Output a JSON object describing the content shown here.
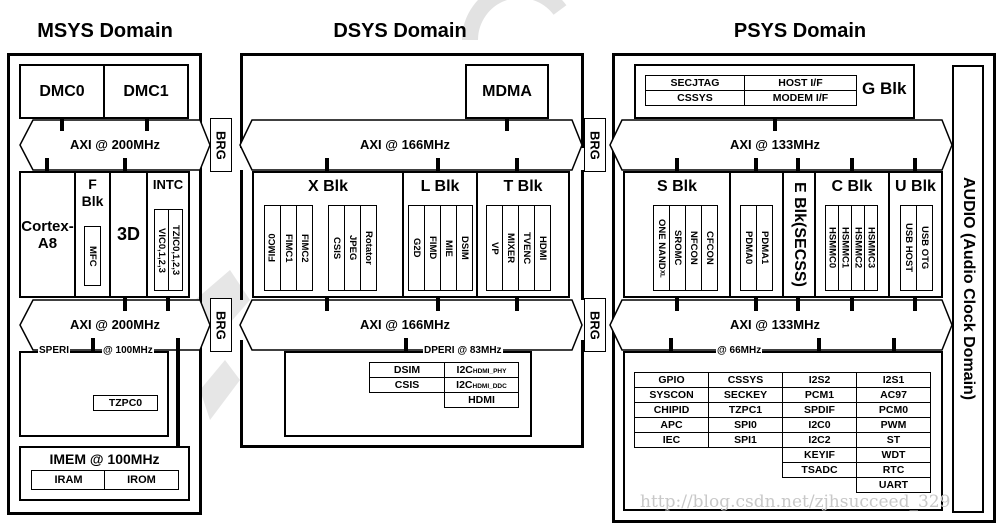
{
  "msys": {
    "title": "MSYS Domain",
    "dmc0": "DMC0",
    "dmc1": "DMC1",
    "axi_top": "AXI @ 200MHz",
    "axi_bottom": "AXI @ 200MHz",
    "cortex": "Cortex-A8",
    "fblk": "F Blk",
    "mfc": "MFC",
    "threed": "3D",
    "intc": "INTC",
    "vic": "VIC0,1,2,3",
    "tzic": "TZIC0,1,2,3",
    "speri": "SPERI",
    "speri_clock": "@ 100MHz",
    "tzpc0": "TZPC0",
    "imem": "IMEM @ 100MHz",
    "iram": "IRAM",
    "irom": "IROM"
  },
  "bridges": [
    "BRG",
    "BRG",
    "BRG",
    "BRG"
  ],
  "dsys": {
    "title": "DSYS Domain",
    "mdma": "MDMA",
    "axi_top": "AXI @ 166MHz",
    "axi_bottom": "AXI @ 166MHz",
    "xblk": {
      "title": "X Blk",
      "group1": [
        "FIMC0",
        "FIMC1",
        "FIMC2"
      ],
      "group2": [
        "CSIS",
        "JPEG",
        "Rotator"
      ]
    },
    "lblk": {
      "title": "L Blk",
      "items": [
        "G2D",
        "FIMD",
        "MIE",
        "DSIM"
      ]
    },
    "tblk": {
      "title": "T Blk",
      "items": [
        "VP",
        "MIXER",
        "TVENC",
        "HDMI"
      ]
    },
    "dperi": "DPERI @ 83MHz",
    "dperi_left": [
      "DSIM",
      "CSIS"
    ],
    "dperi_right": [
      {
        "main": "I2C",
        "sub": "HDMI_PHY"
      },
      {
        "main": "I2C",
        "sub": "HDMI_DDC"
      },
      {
        "main": "HDMI",
        "sub": ""
      }
    ]
  },
  "psys": {
    "title": "PSYS Domain",
    "gblk": {
      "title": "G Blk",
      "rows": [
        [
          "SECJTAG",
          "HOST I/F"
        ],
        [
          "CSSYS",
          "MODEM I/F"
        ]
      ]
    },
    "axi_top": "AXI @ 133MHz",
    "axi_bottom": "AXI @ 133MHz",
    "sblk": {
      "title": "S Blk",
      "items": [
        {
          "main": "ONE NAND",
          "sub": "XL"
        },
        {
          "main": "SROMC",
          "sub": ""
        },
        {
          "main": "NFCON",
          "sub": ""
        },
        {
          "main": "CFCON",
          "sub": ""
        }
      ]
    },
    "pdma": [
      "PDMA0",
      "PDMA1"
    ],
    "eblk": "E Blk(SECSS)",
    "cblk": {
      "title": "C Blk",
      "items": [
        "HSMMC0",
        "HSMMC1",
        "HSMMC2",
        "HSMMC3"
      ]
    },
    "ublk": {
      "title": "U Blk",
      "items": [
        "USB HOST",
        "USB OTG"
      ]
    },
    "audio": "AUDIO (Audio Clock Domain)",
    "peri_clock": "@ 66MHz",
    "peri_rows": [
      [
        "GPIO",
        "CSSYS",
        "I2S2",
        "I2S1"
      ],
      [
        "SYSCON",
        "SECKEY",
        "PCM1",
        "AC97"
      ],
      [
        "CHIPID",
        "TZPC1",
        "SPDIF",
        "PCM0"
      ],
      [
        "APC",
        "SPI0",
        "I2C0",
        "PWM"
      ],
      [
        "IEC",
        "SPI1",
        "I2C2",
        "ST"
      ],
      [
        "",
        "",
        "KEYIF",
        "WDT"
      ],
      [
        "",
        "",
        "TSADC",
        "RTC"
      ],
      [
        "",
        "",
        "",
        "UART"
      ]
    ]
  },
  "watermark": "http://blog.csdn.net/zjhsucceed_329"
}
